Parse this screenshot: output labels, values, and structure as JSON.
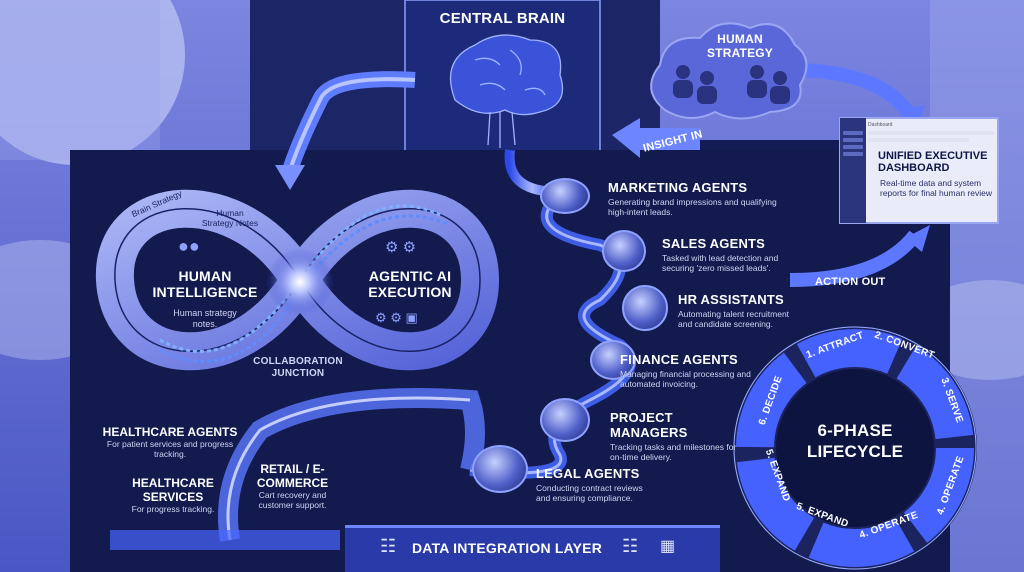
{
  "central_brain": {
    "title": "CENTRAL BRAIN"
  },
  "human_strategy": {
    "title": "HUMAN STRATEGY"
  },
  "insight_in": {
    "label": "INSIGHT IN"
  },
  "action_out": {
    "label": "ACTION OUT"
  },
  "dashboard": {
    "title": "UNIFIED EXECUTIVE DASHBOARD",
    "desc": "Real-time data and system reports for final human review",
    "mini_header": "Dashboard"
  },
  "infinity": {
    "loop_labels": [
      "Brain Strategy",
      "Human Strategy Notes"
    ],
    "left_title": "HUMAN INTELLIGENCE",
    "left_desc": "Human strategy notes.",
    "right_title": "AGENTIC AI EXECUTION",
    "junction": "COLLABORATION JUNCTION"
  },
  "agents": [
    {
      "title": "MARKETING AGENTS",
      "desc": "Generating brand impressions and qualifying high-intent leads."
    },
    {
      "title": "SALES AGENTS",
      "desc": "Tasked with lead detection and securing 'zero missed leads'."
    },
    {
      "title": "HR ASSISTANTS",
      "desc": "Automating talent recruitment and candidate screening."
    },
    {
      "title": "FINANCE AGENTS",
      "desc": "Managing financial processing and automated invoicing."
    },
    {
      "title": "PROJECT MANAGERS",
      "desc": "Tracking tasks and milestones for on-time delivery."
    },
    {
      "title": "LEGAL AGENTS",
      "desc": "Conducting contract reviews and ensuring compliance."
    }
  ],
  "side_agents": [
    {
      "title": "HEALTHCARE AGENTS",
      "desc": "For patient services and progress tracking."
    },
    {
      "title": "HEALTHCARE SERVICES",
      "desc": "For progress tracking."
    },
    {
      "title": "RETAIL / E-COMMERCE",
      "desc": "Cart recovery and customer support."
    }
  ],
  "data_layer": {
    "title": "DATA INTEGRATION LAYER"
  },
  "lifecycle": {
    "title": "6-PHASE LIFECYCLE",
    "phases": [
      "1. ATTRACT",
      "2. CONVERT",
      "3. SERVE",
      "4. OPERATE",
      "5. EXPAND",
      "6. DECIDE"
    ],
    "extra_phases": [
      "4. OPERATE",
      "5. EXPAND"
    ]
  },
  "colors": {
    "background": "#1a2160",
    "accent": "#4f6bff",
    "panel": "#121a4e",
    "light": "#8a97e8"
  }
}
